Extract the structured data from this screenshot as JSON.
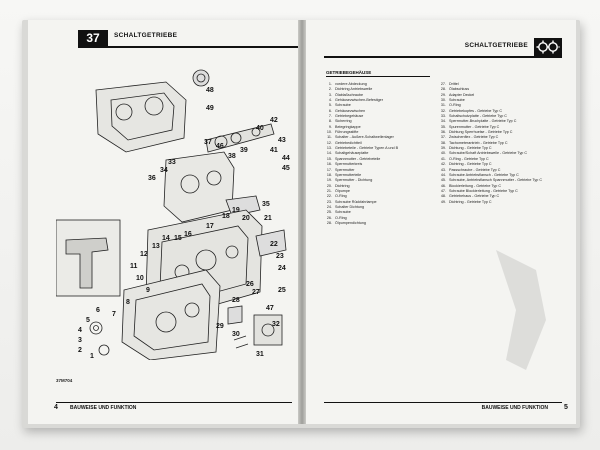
{
  "left_page": {
    "chapter_number": "37",
    "header_title": "SCHALTGETRIEBE",
    "drawing_code": "37M704",
    "footer_text": "BAUWEISE UND FUNKTION",
    "page_number": "4",
    "callouts": [
      "49",
      "48",
      "38",
      "39",
      "40",
      "42",
      "41",
      "43",
      "44",
      "45",
      "46",
      "37",
      "36",
      "34",
      "33",
      "35",
      "47",
      "32",
      "31",
      "30",
      "29",
      "28",
      "27",
      "26",
      "25",
      "24",
      "23",
      "22",
      "21",
      "20",
      "19",
      "18",
      "17",
      "16",
      "15",
      "14",
      "13",
      "12",
      "11",
      "10",
      "9",
      "8",
      "7",
      "6",
      "5",
      "4",
      "3",
      "2",
      "1"
    ]
  },
  "right_page": {
    "header_title": "SCHALTGETRIEBE",
    "footer_text": "BAUWEISE UND FUNKTION",
    "page_number": "5",
    "legend_heading": "GETRIEBEGEHÄUSE",
    "legend_left": [
      {
        "n": "1.",
        "t": "vordere Abdeckung"
      },
      {
        "n": "2.",
        "t": "Dichtring Antriebswelle"
      },
      {
        "n": "3.",
        "t": "Ölablaßschraube"
      },
      {
        "n": "4.",
        "t": "Gehäusezwischen-Befestiger"
      },
      {
        "n": "5.",
        "t": "Schraube"
      },
      {
        "n": "6.",
        "t": "Gehäusezwischen"
      },
      {
        "n": "7.",
        "t": "Getriebegehäuse"
      },
      {
        "n": "8.",
        "t": "Sicherring"
      },
      {
        "n": "9.",
        "t": "Belegringkappe"
      },
      {
        "n": "10.",
        "t": "Führungsstifte"
      },
      {
        "n": "11.",
        "t": "Schalter - Außere-Schaltwellenlager"
      },
      {
        "n": "12.",
        "t": "Getriebedichtteil"
      },
      {
        "n": "13.",
        "t": "Getriebeteile - Getriebe Typen A und B"
      },
      {
        "n": "14.",
        "t": "Schaltgehäuseplatte"
      },
      {
        "n": "15.",
        "t": "Spannmutter - Getriebeteile"
      },
      {
        "n": "16.",
        "t": "Sperrmutterkreis"
      },
      {
        "n": "17.",
        "t": "Sperrmutter"
      },
      {
        "n": "18.",
        "t": "Sperrmutterteile"
      },
      {
        "n": "19.",
        "t": "Sperrmutter - Dichtung"
      },
      {
        "n": "20.",
        "t": "Dichtring"
      },
      {
        "n": "21.",
        "t": "Ölpumpe"
      },
      {
        "n": "22.",
        "t": "O-Ring"
      },
      {
        "n": "23.",
        "t": "Schraube Rückfahrlampe"
      },
      {
        "n": "24.",
        "t": "Schalter Dichtung"
      },
      {
        "n": "25.",
        "t": "Schraube"
      },
      {
        "n": "26.",
        "t": "O-Ring"
      },
      {
        "n": "28.",
        "t": "Ölpumpendichtung"
      }
    ],
    "legend_right": [
      {
        "n": "27.",
        "t": "Drittel"
      },
      {
        "n": "28.",
        "t": "Ölabschluss"
      },
      {
        "n": "29.",
        "t": "Adapter Deckel"
      },
      {
        "n": "30.",
        "t": "Schraube"
      },
      {
        "n": "31.",
        "t": "O-Ring"
      },
      {
        "n": "32.",
        "t": "Getriebekopfes - Getriebe Typ C"
      },
      {
        "n": "33.",
        "t": "Schaltschutzplatte - Getriebe Typ C"
      },
      {
        "n": "34.",
        "t": "Sperrmutter-Bruchplatte - Getriebe Typ C"
      },
      {
        "n": "35.",
        "t": "Spurenmutter - Getriebe Typ C"
      },
      {
        "n": "36.",
        "t": "Dichtung Sperrhuelse - Getriebe Typ C"
      },
      {
        "n": "37.",
        "t": "Zwischenflex - Getriebe Typ C"
      },
      {
        "n": "38.",
        "t": "Tachometerantrieb - Getriebe Typ C"
      },
      {
        "n": "39.",
        "t": "Dichtung - Getriebe Typ C"
      },
      {
        "n": "40.",
        "t": "Schraube/Schaft Antriebswelle - Getriebe Typ C"
      },
      {
        "n": "41.",
        "t": "O-Ring - Getriebe Typ C"
      },
      {
        "n": "42.",
        "t": "Dichtring - Getriebe Typ C"
      },
      {
        "n": "43.",
        "t": "Passschraube - Getriebe Typ C"
      },
      {
        "n": "44.",
        "t": "Schraube Antriebsflansch - Getriebe Typ C"
      },
      {
        "n": "45.",
        "t": "Schraube, Antriebsflansch Spannmutter - Getriebe Typ C"
      },
      {
        "n": "46.",
        "t": "Blockierleitung - Getriebe Typ C"
      },
      {
        "n": "47.",
        "t": "Schraube Blockierleitung - Getriebe Typ C"
      },
      {
        "n": "48.",
        "t": "Getriebehaus - Getriebe Typ C"
      },
      {
        "n": "49.",
        "t": "Dichtring - Getriebe Typ C"
      }
    ]
  },
  "colors": {
    "ink": "#111111",
    "paper": "#f4f4f1"
  },
  "icons": [
    "gear-pair-icon"
  ]
}
